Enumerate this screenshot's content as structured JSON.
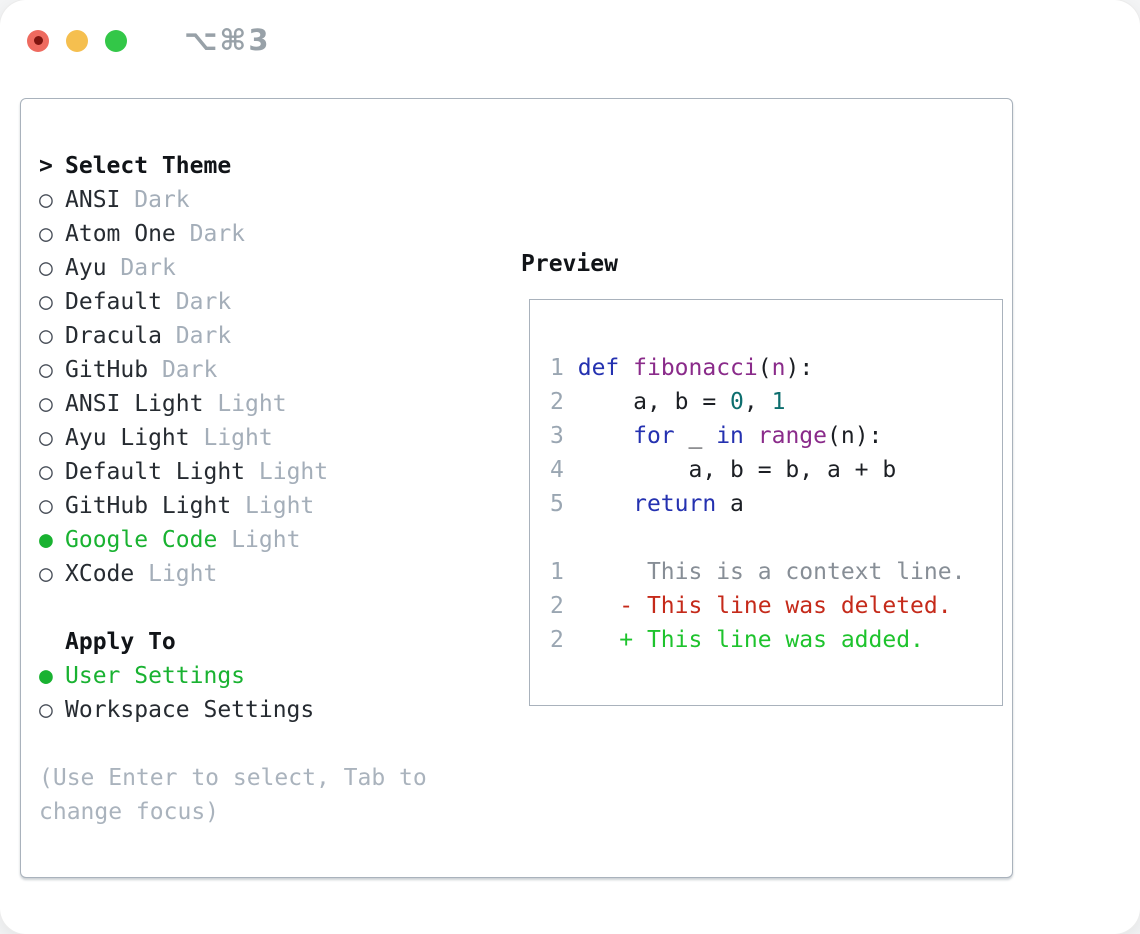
{
  "titlebar": {
    "shortcut": "⌥⌘3",
    "controls": [
      "close",
      "minimize",
      "zoom"
    ]
  },
  "colors": {
    "accent_green": "#19b231",
    "keyword_blue": "#2431b0",
    "function_purple": "#8a2b8a",
    "literal_teal": "#0d6e6e",
    "muted_gray": "#a4aeb9",
    "line_number_gray": "#9aa6b2",
    "diff_red": "#c52a1a",
    "diff_green": "#1ec32d",
    "traffic_red": "#ee6a5f",
    "traffic_yellow": "#f5bf4f",
    "traffic_green": "#33c748"
  },
  "theme_picker": {
    "title": "Select Theme",
    "prompt": ">",
    "themes": [
      {
        "label": "ANSI",
        "variant": "Dark",
        "selected": false
      },
      {
        "label": "Atom One",
        "variant": "Dark",
        "selected": false
      },
      {
        "label": "Ayu",
        "variant": "Dark",
        "selected": false
      },
      {
        "label": "Default",
        "variant": "Dark",
        "selected": false
      },
      {
        "label": "Dracula",
        "variant": "Dark",
        "selected": false
      },
      {
        "label": "GitHub",
        "variant": "Dark",
        "selected": false
      },
      {
        "label": "ANSI Light",
        "variant": "Light",
        "selected": false
      },
      {
        "label": "Ayu Light",
        "variant": "Light",
        "selected": false
      },
      {
        "label": "Default Light",
        "variant": "Light",
        "selected": false
      },
      {
        "label": "GitHub Light",
        "variant": "Light",
        "selected": false
      },
      {
        "label": "Google Code",
        "variant": "Light",
        "selected": true
      },
      {
        "label": "XCode",
        "variant": "Light",
        "selected": false
      }
    ]
  },
  "apply_to": {
    "title": "Apply To",
    "options": [
      {
        "label": "User Settings",
        "selected": true
      },
      {
        "label": "Workspace Settings",
        "selected": false
      }
    ]
  },
  "hint": "(Use Enter to select, Tab to change focus)",
  "preview": {
    "title": "Preview",
    "code_lines": [
      {
        "num": "1",
        "tokens": [
          {
            "t": "def",
            "c": "kw"
          },
          {
            "t": " ",
            "c": "pln"
          },
          {
            "t": "fibonacci",
            "c": "fn"
          },
          {
            "t": "(",
            "c": "pln"
          },
          {
            "t": "n",
            "c": "fn"
          },
          {
            "t": "):",
            "c": "pln"
          }
        ]
      },
      {
        "num": "2",
        "tokens": [
          {
            "t": "    a, b = ",
            "c": "pln"
          },
          {
            "t": "0",
            "c": "lit"
          },
          {
            "t": ", ",
            "c": "pln"
          },
          {
            "t": "1",
            "c": "lit"
          }
        ]
      },
      {
        "num": "3",
        "tokens": [
          {
            "t": "    ",
            "c": "pln"
          },
          {
            "t": "for",
            "c": "kw"
          },
          {
            "t": " _ ",
            "c": "pln"
          },
          {
            "t": "in",
            "c": "kw"
          },
          {
            "t": " ",
            "c": "pln"
          },
          {
            "t": "range",
            "c": "fn"
          },
          {
            "t": "(n):",
            "c": "pln"
          }
        ]
      },
      {
        "num": "4",
        "tokens": [
          {
            "t": "        a, b = b, a + b",
            "c": "pln"
          }
        ]
      },
      {
        "num": "5",
        "tokens": [
          {
            "t": "    ",
            "c": "pln"
          },
          {
            "t": "return",
            "c": "kw"
          },
          {
            "t": " a",
            "c": "pln"
          }
        ]
      }
    ],
    "diff_lines": [
      {
        "num": "1",
        "tokens": [
          {
            "t": "     This is a context line.",
            "c": "ctx"
          }
        ]
      },
      {
        "num": "2",
        "tokens": [
          {
            "t": "   - This line was deleted.",
            "c": "del"
          }
        ]
      },
      {
        "num": "2",
        "tokens": [
          {
            "t": "   + This line was added.",
            "c": "add"
          }
        ]
      }
    ]
  }
}
